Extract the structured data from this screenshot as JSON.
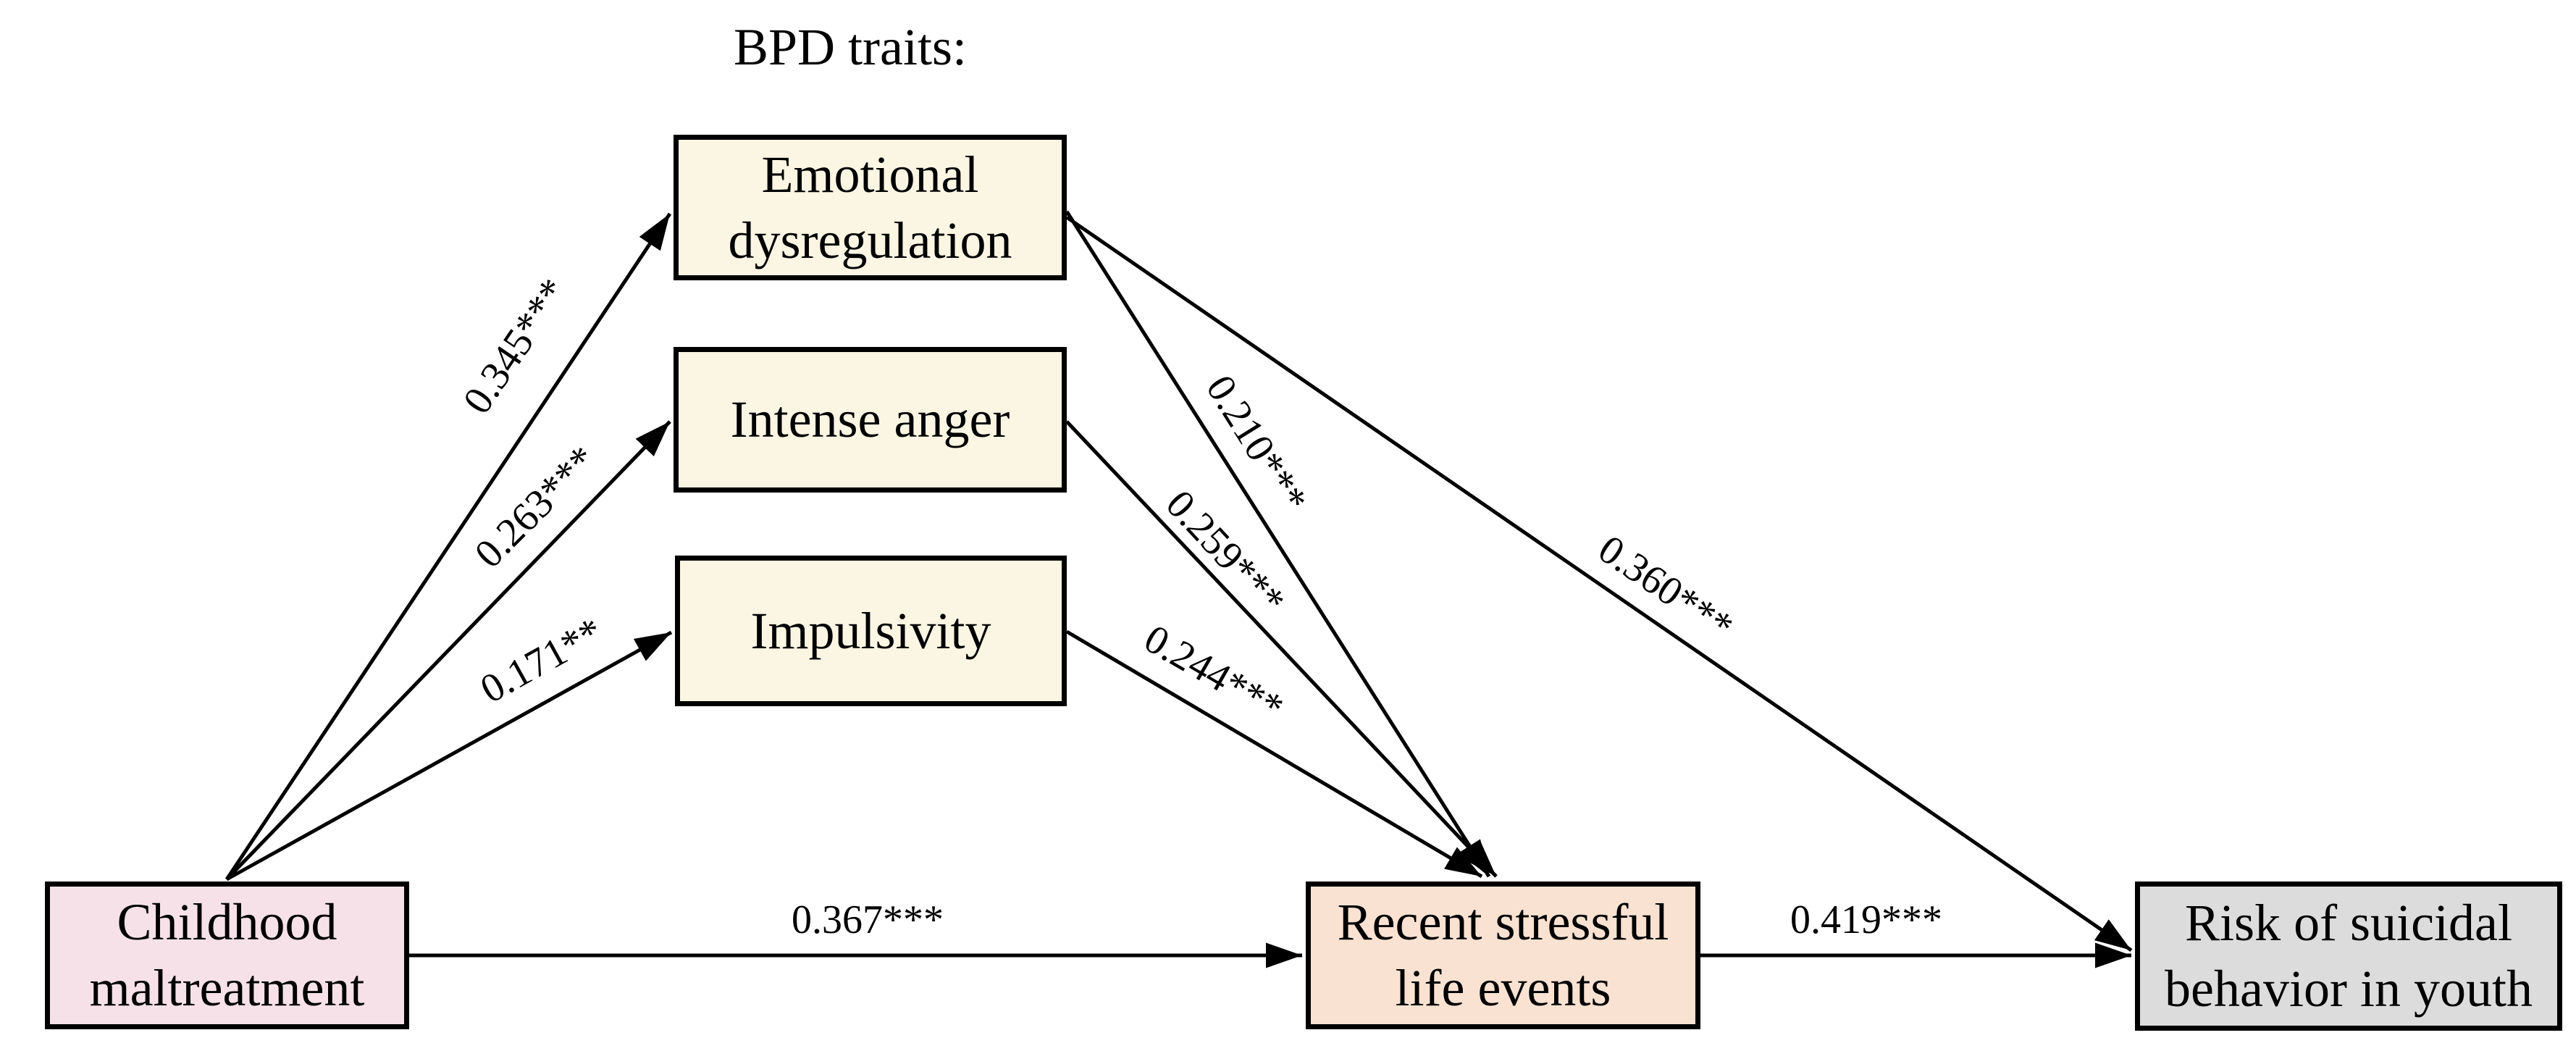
{
  "title": "BPD traits:",
  "line_color": "#000000",
  "border_color": "#000000",
  "nodes": {
    "childhood_maltreatment": {
      "label": "Childhood maltreatment",
      "fill": "#f6e1e9"
    },
    "emotional_dysregulation": {
      "label": "Emotional dysregulation",
      "fill": "#fbf6e3"
    },
    "intense_anger": {
      "label": "Intense anger",
      "fill": "#fbf6e3"
    },
    "impulsivity": {
      "label": "Impulsivity",
      "fill": "#fbf6e3"
    },
    "recent_stressful_life_events": {
      "label": "Recent stressful life events",
      "fill": "#f9e2d1"
    },
    "risk_of_suicidal_behavior_in_youth": {
      "label": "Risk of suicidal behavior in youth",
      "fill": "#dcdcdc"
    }
  },
  "edges": [
    {
      "from": "childhood_maltreatment",
      "to": "emotional_dysregulation",
      "coefficient": "0.345***"
    },
    {
      "from": "childhood_maltreatment",
      "to": "intense_anger",
      "coefficient": "0.263***"
    },
    {
      "from": "childhood_maltreatment",
      "to": "impulsivity",
      "coefficient": "0.171**"
    },
    {
      "from": "childhood_maltreatment",
      "to": "recent_stressful_life_events",
      "coefficient": "0.367***"
    },
    {
      "from": "emotional_dysregulation",
      "to": "recent_stressful_life_events",
      "coefficient": "0.210***"
    },
    {
      "from": "intense_anger",
      "to": "recent_stressful_life_events",
      "coefficient": "0.259***"
    },
    {
      "from": "impulsivity",
      "to": "recent_stressful_life_events",
      "coefficient": "0.244***"
    },
    {
      "from": "emotional_dysregulation",
      "to": "risk_of_suicidal_behavior_in_youth",
      "coefficient": "0.360***"
    },
    {
      "from": "recent_stressful_life_events",
      "to": "risk_of_suicidal_behavior_in_youth",
      "coefficient": "0.419***"
    }
  ]
}
